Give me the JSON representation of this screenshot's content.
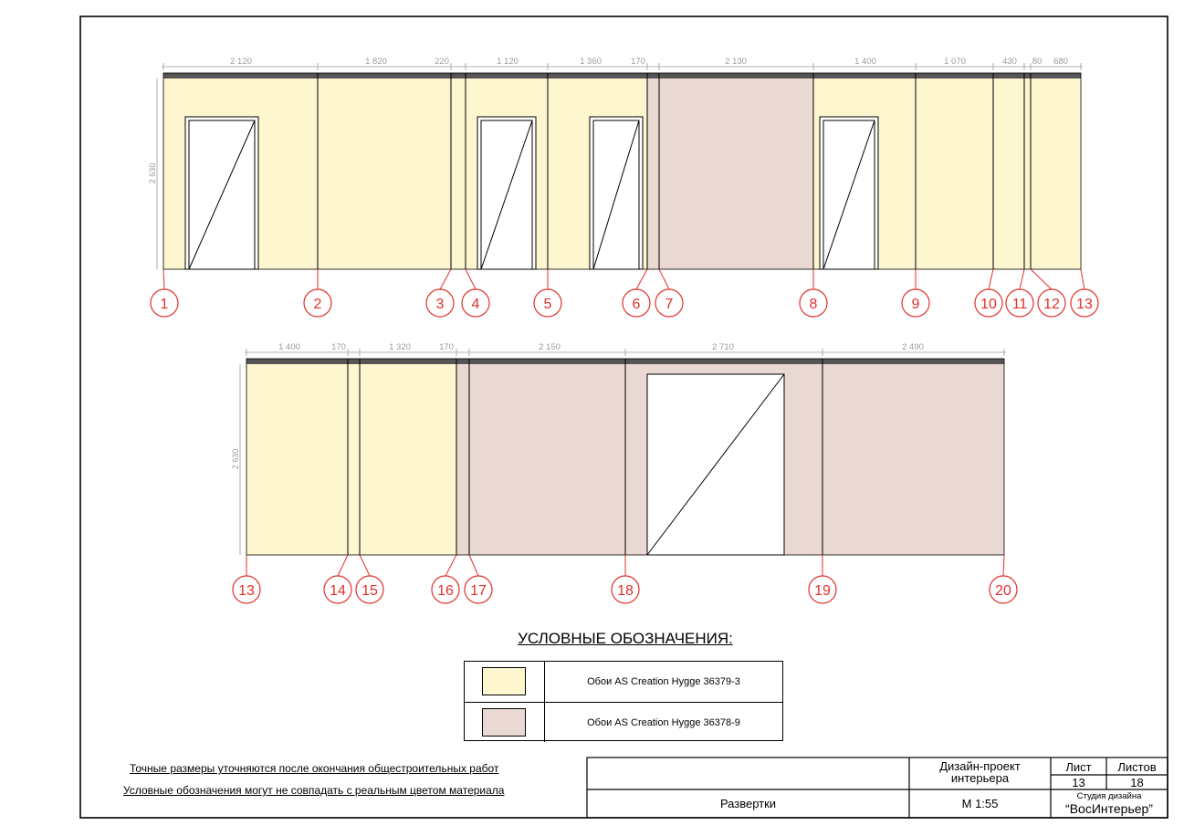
{
  "colors": {
    "yellow": "#fdf6cf",
    "pink": "#ead9d2",
    "label": "#e0302a",
    "dim": "#9a9a9a",
    "cap": "#555555"
  },
  "elevation_top": {
    "height_dim": "2 630",
    "dims": [
      {
        "label": "2 120",
        "pos": 264
      },
      {
        "label": "1 820",
        "pos": 412
      },
      {
        "label": "220",
        "pos": 484
      },
      {
        "label": "1 120",
        "pos": 556
      },
      {
        "label": "1 360",
        "pos": 647
      },
      {
        "label": "170",
        "pos": 699
      },
      {
        "label": "2 130",
        "pos": 806
      },
      {
        "label": "1 400",
        "pos": 948
      },
      {
        "label": "1 070",
        "pos": 1046
      },
      {
        "label": "430",
        "pos": 1106
      },
      {
        "label": "80",
        "pos": 1136
      },
      {
        "label": "680",
        "pos": 1162
      }
    ],
    "markers": [
      "1",
      "2",
      "3",
      "4",
      "5",
      "6",
      "7",
      "8",
      "9",
      "10",
      "11",
      "12",
      "13"
    ]
  },
  "elevation_bottom": {
    "height_dim": "2 630",
    "dims": [
      {
        "label": "1 400",
        "pos": 317
      },
      {
        "label": "170",
        "pos": 371
      },
      {
        "label": "1 320",
        "pos": 438
      },
      {
        "label": "170",
        "pos": 489
      },
      {
        "label": "2 150",
        "pos": 602
      },
      {
        "label": "2 710",
        "pos": 792
      },
      {
        "label": "2 490",
        "pos": 1000
      }
    ],
    "markers": [
      "13",
      "14",
      "15",
      "16",
      "17",
      "18",
      "19",
      "20"
    ]
  },
  "legend": {
    "title": "УСЛОВНЫЕ ОБОЗНАЧЕНИЯ:",
    "items": [
      {
        "color": "#fdf6cf",
        "label": "Обои AS Creation Hygge 36379-3"
      },
      {
        "color": "#ead9d2",
        "label": "Обои AS Creation Hygge 36378-9"
      }
    ]
  },
  "notes": [
    "Точные размеры уточняются после окончания общестроительных работ",
    "Условные обозначения могут не совпадать с реальным цветом материала"
  ],
  "title_block": {
    "project": "Дизайн-проект интерьера",
    "sheet_label": "Лист",
    "sheets_label": "Листов",
    "sheet": "13",
    "sheets": "18",
    "drawing": "Развертки",
    "scale": "М 1:55",
    "studio_label": "Студия дизайна",
    "studio": "“ВосИнтерьер”"
  }
}
